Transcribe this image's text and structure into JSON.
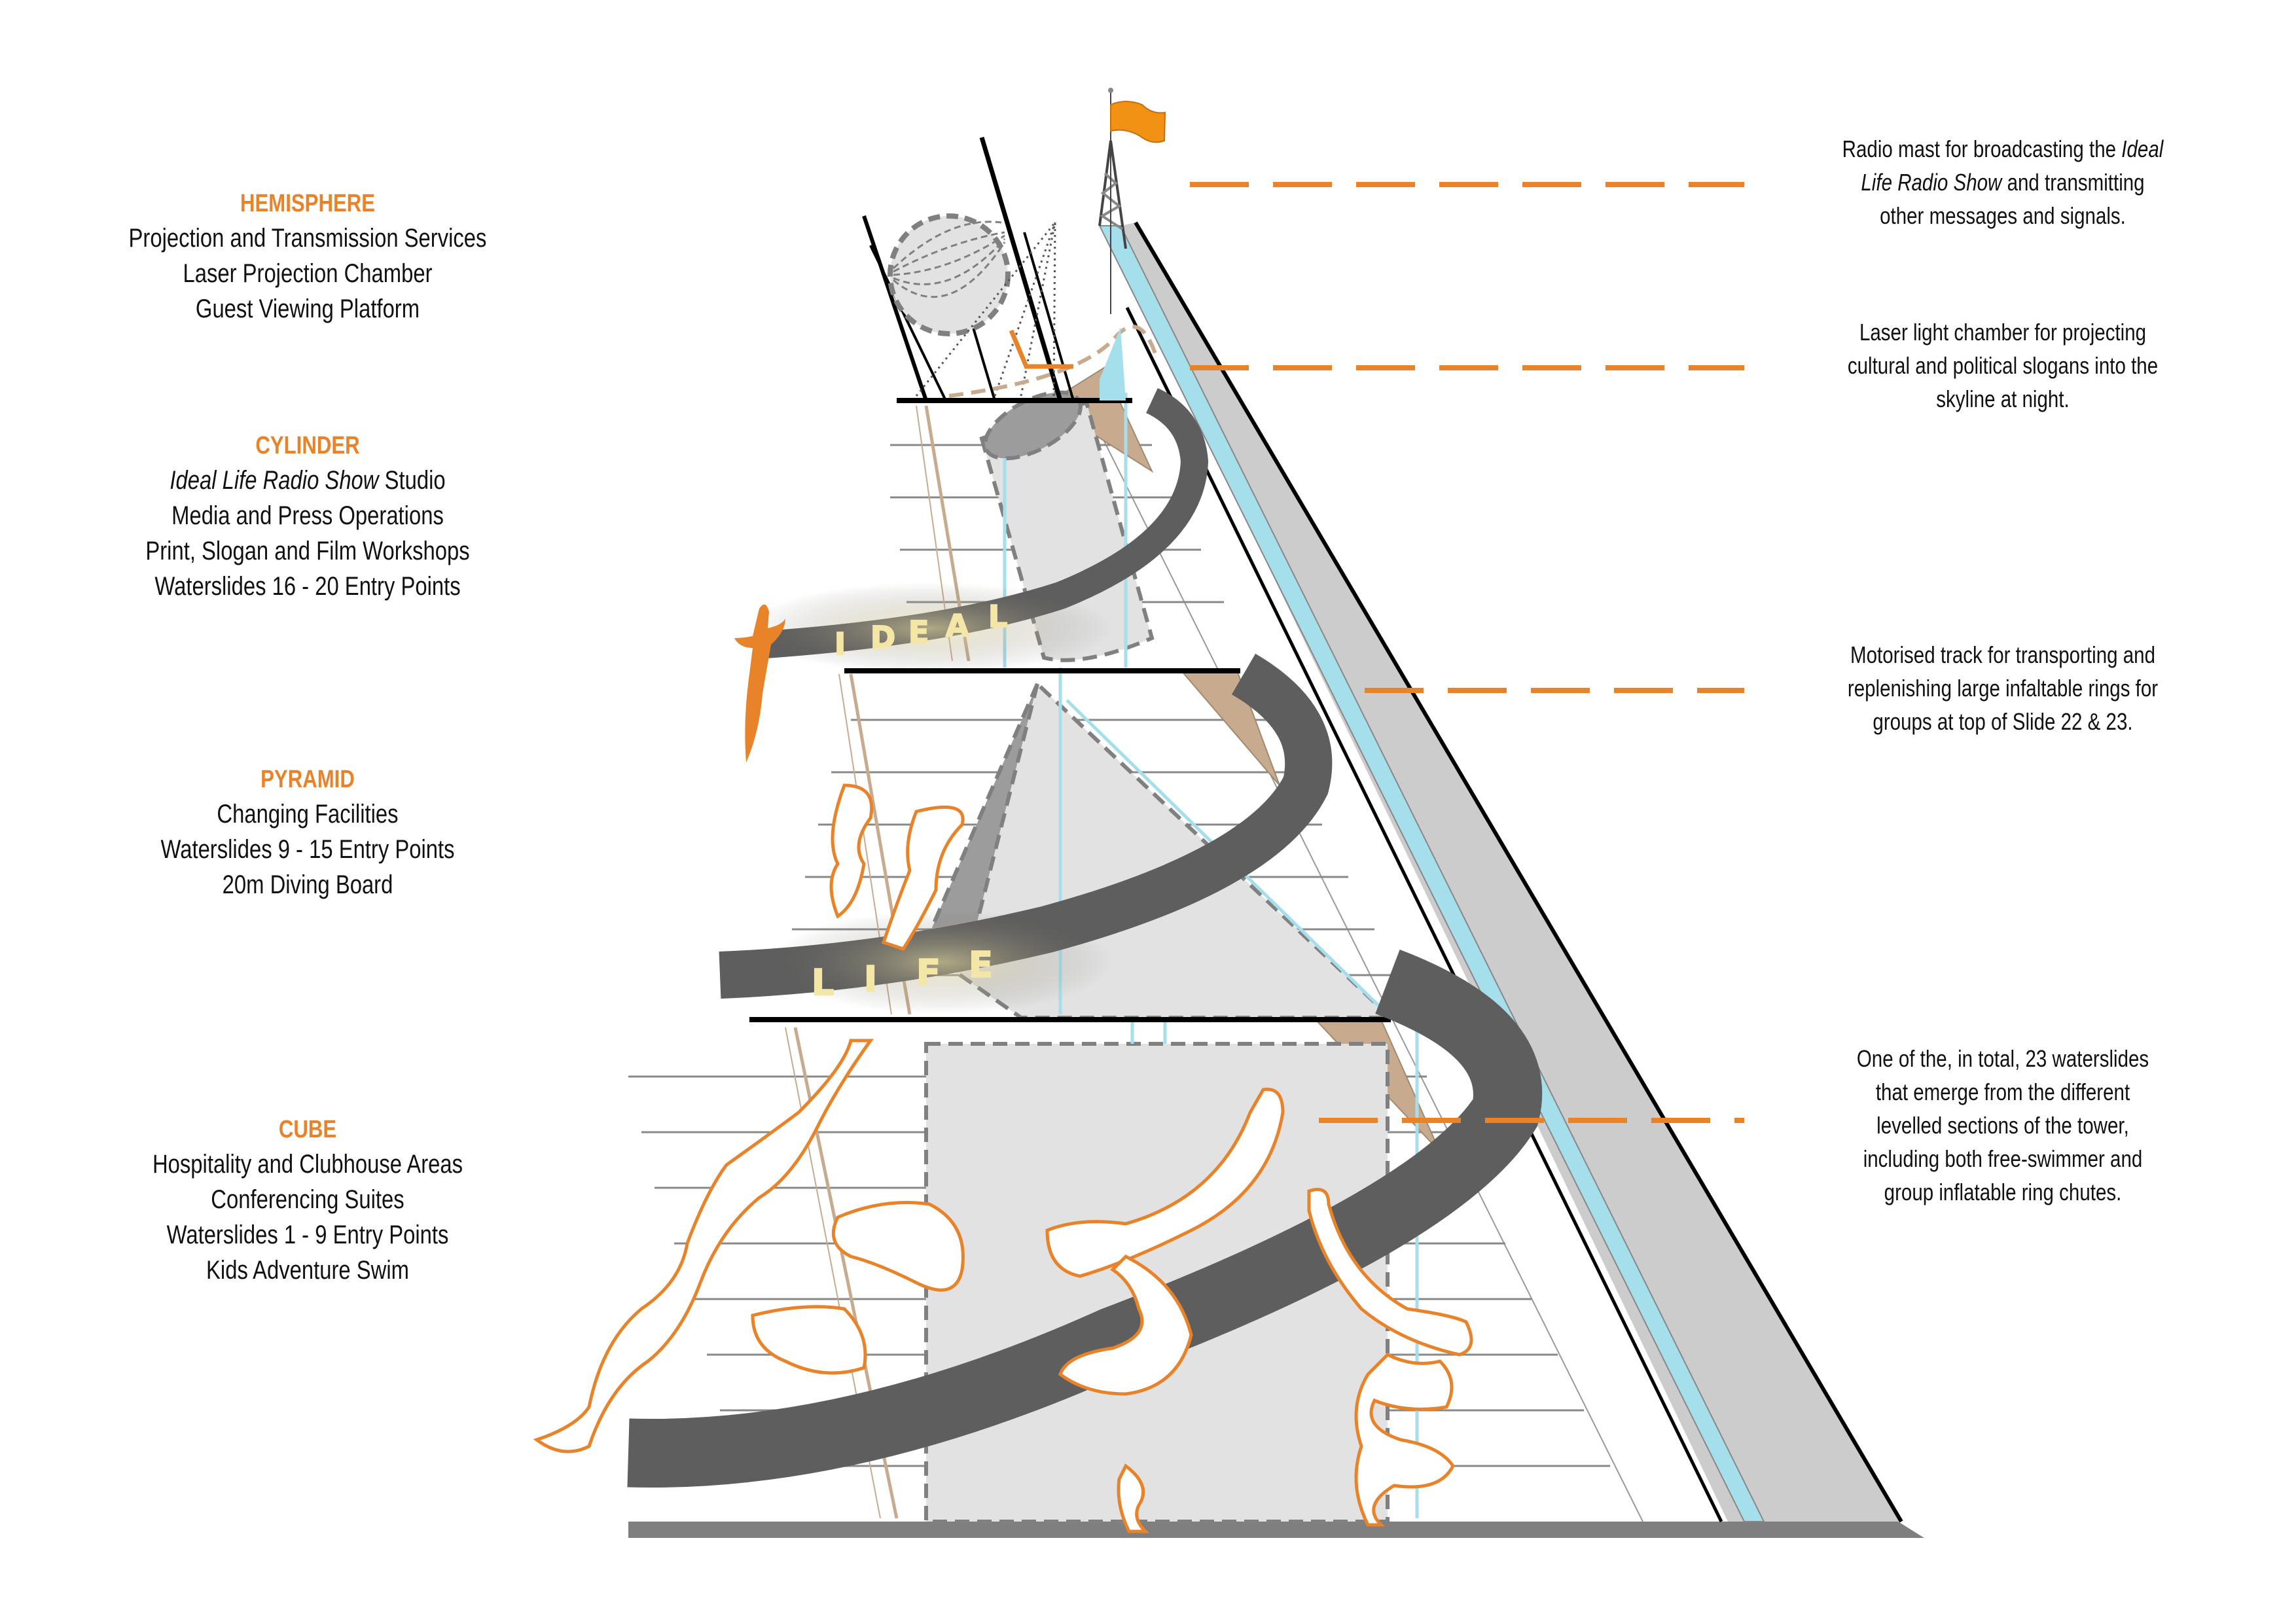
{
  "colors": {
    "accent_orange": "#e8832a",
    "flag_orange": "#f19214",
    "slide_dark": "#5e5e5e",
    "track_blue": "#a6dfec",
    "ramp_grey": "#cccccc",
    "brace_tan": "#c8ab8e",
    "volume_grey": "#e2e2e2",
    "marquee_yellow": "#f3e6a6",
    "base_grey": "#7f7f7f"
  },
  "sections": [
    {
      "id": "hemisphere",
      "heading": "HEMISPHERE",
      "lines": [
        {
          "parts": [
            {
              "text": "Projection and Transmission Services",
              "italic": false
            }
          ]
        },
        {
          "parts": [
            {
              "text": "Laser Projection Chamber",
              "italic": false
            }
          ]
        },
        {
          "parts": [
            {
              "text": "Guest Viewing Platform",
              "italic": false
            }
          ]
        }
      ]
    },
    {
      "id": "cylinder",
      "heading": "CYLINDER",
      "lines": [
        {
          "parts": [
            {
              "text": "Ideal Life Radio Show",
              "italic": true
            },
            {
              "text": " Studio",
              "italic": false
            }
          ]
        },
        {
          "parts": [
            {
              "text": "Media and Press Operations",
              "italic": false
            }
          ]
        },
        {
          "parts": [
            {
              "text": "Print, Slogan and Film Workshops",
              "italic": false
            }
          ]
        },
        {
          "parts": [
            {
              "text": "Waterslides 16 - 20 Entry Points",
              "italic": false
            }
          ]
        }
      ]
    },
    {
      "id": "pyramid",
      "heading": "PYRAMID",
      "lines": [
        {
          "parts": [
            {
              "text": "Changing Facilities",
              "italic": false
            }
          ]
        },
        {
          "parts": [
            {
              "text": "Waterslides 9 - 15 Entry Points",
              "italic": false
            }
          ]
        },
        {
          "parts": [
            {
              "text": "20m Diving Board",
              "italic": false
            }
          ]
        }
      ]
    },
    {
      "id": "cube",
      "heading": "CUBE",
      "lines": [
        {
          "parts": [
            {
              "text": "Hospitality and Clubhouse Areas",
              "italic": false
            }
          ]
        },
        {
          "parts": [
            {
              "text": "Conferencing Suites",
              "italic": false
            }
          ]
        },
        {
          "parts": [
            {
              "text": "Waterslides 1 - 9 Entry Points",
              "italic": false
            }
          ]
        },
        {
          "parts": [
            {
              "text": "Kids Adventure Swim",
              "italic": false
            }
          ]
        }
      ]
    }
  ],
  "annotations": [
    {
      "id": "radio-mast",
      "lines": [
        {
          "parts": [
            {
              "text": "Radio mast for broadcasting the ",
              "italic": false
            },
            {
              "text": "Ideal",
              "italic": true
            }
          ]
        },
        {
          "parts": [
            {
              "text": "Life Radio Show",
              "italic": true
            },
            {
              "text": " and transmitting",
              "italic": false
            }
          ]
        },
        {
          "parts": [
            {
              "text": "other messages and signals.",
              "italic": false
            }
          ]
        }
      ]
    },
    {
      "id": "laser-chamber",
      "lines": [
        {
          "parts": [
            {
              "text": "Laser light chamber for projecting",
              "italic": false
            }
          ]
        },
        {
          "parts": [
            {
              "text": "cultural and political slogans into the",
              "italic": false
            }
          ]
        },
        {
          "parts": [
            {
              "text": "skyline at night.",
              "italic": false
            }
          ]
        }
      ]
    },
    {
      "id": "motorised-track",
      "lines": [
        {
          "parts": [
            {
              "text": "Motorised track for transporting and",
              "italic": false
            }
          ]
        },
        {
          "parts": [
            {
              "text": "replenishing large infaltable rings for",
              "italic": false
            }
          ]
        },
        {
          "parts": [
            {
              "text": "groups at top of Slide 22 & 23.",
              "italic": false
            }
          ]
        }
      ]
    },
    {
      "id": "waterslides",
      "lines": [
        {
          "parts": [
            {
              "text": "One of the, in total, 23 waterslides",
              "italic": false
            }
          ]
        },
        {
          "parts": [
            {
              "text": "that emerge from the different",
              "italic": false
            }
          ]
        },
        {
          "parts": [
            {
              "text": "levelled sections of the tower,",
              "italic": false
            }
          ]
        },
        {
          "parts": [
            {
              "text": "including both free-swimmer and",
              "italic": false
            }
          ]
        },
        {
          "parts": [
            {
              "text": "group inflatable ring chutes.",
              "italic": false
            }
          ]
        }
      ]
    }
  ],
  "slide_signs": [
    {
      "id": "ideal",
      "letters": [
        "I",
        "D",
        "E",
        "A",
        "L"
      ]
    },
    {
      "id": "life",
      "letters": [
        "L",
        "I",
        "F",
        "E"
      ]
    }
  ],
  "icons": {
    "flag": "flag-icon",
    "diver": "diver-figure-icon",
    "sphere": "hemisphere-icon"
  }
}
